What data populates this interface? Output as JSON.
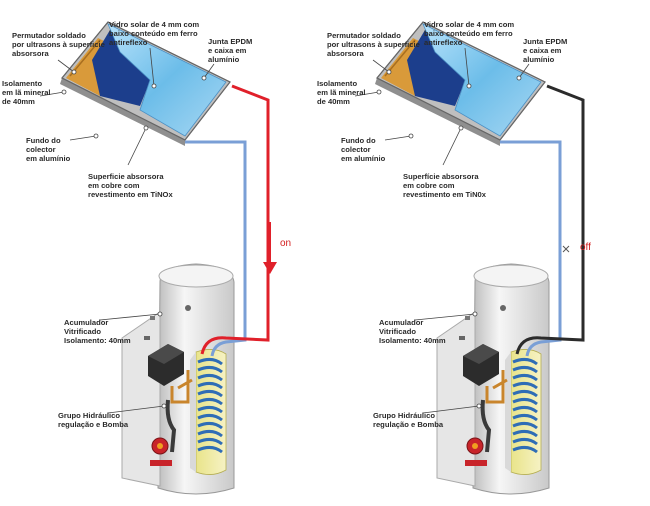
{
  "panels": [
    {
      "id": "left",
      "state": "on",
      "labels": {
        "exchanger": [
          "Permutador soldado",
          "por ultrasons à superficie",
          "absorsora"
        ],
        "glass": [
          "Vidro solar de 4 mm com",
          "baixo conteúdo em ferro",
          "antireflexo"
        ],
        "joint": [
          "Junta EPDM",
          "e caixa em",
          "alumínio"
        ],
        "insulation": [
          "Isolamento",
          "em lã mineral",
          "de 40mm"
        ],
        "bottom": [
          "Fundo do",
          "colector",
          "em alumínio"
        ],
        "surface": [
          "Superficie absorsora",
          "em cobre com",
          "revestimento em TiNOx"
        ],
        "tank": [
          "Acumulador",
          "Vitrificado",
          "Isolamento: 40mm"
        ],
        "group": [
          "Grupo Hidráulico",
          "regulação e Bomba"
        ]
      }
    },
    {
      "id": "right",
      "state": "off",
      "labels": {
        "exchanger": [
          "Permutador soldado",
          "por ultrasons à superficie",
          "absorsora"
        ],
        "glass": [
          "Vidro solar de 4 mm com",
          "baixo conteúdo em ferro",
          "antireflexo"
        ],
        "joint": [
          "Junta EPDM",
          "e caixa em",
          "alumínio"
        ],
        "insulation": [
          "Isolamento",
          "em lã mineral",
          "de 40mm"
        ],
        "bottom": [
          "Fundo do",
          "colector",
          "em alumínio"
        ],
        "surface": [
          "Superfície absorsora",
          "em cobre com",
          "revestimento em TiN0x"
        ],
        "tank": [
          "Acumulador",
          "Vitrificado",
          "Isolamento: 40mm"
        ],
        "group": [
          "Grupo Hidráulico",
          "regulação e Bomba"
        ]
      }
    }
  ],
  "colors": {
    "hot_pipe_on": "#e0202a",
    "hot_pipe_off": "#2b2b2b",
    "cold_pipe": "#7a9fd6",
    "glass": "#7cc3ef",
    "absorber": "#1c3e8c",
    "copper": "#d99a3a",
    "tank": "#ececec",
    "coil": "#2f6db6",
    "state_text": "#d42020"
  },
  "icons": [
    "down-arrow-icon",
    "off-cross-icon"
  ]
}
